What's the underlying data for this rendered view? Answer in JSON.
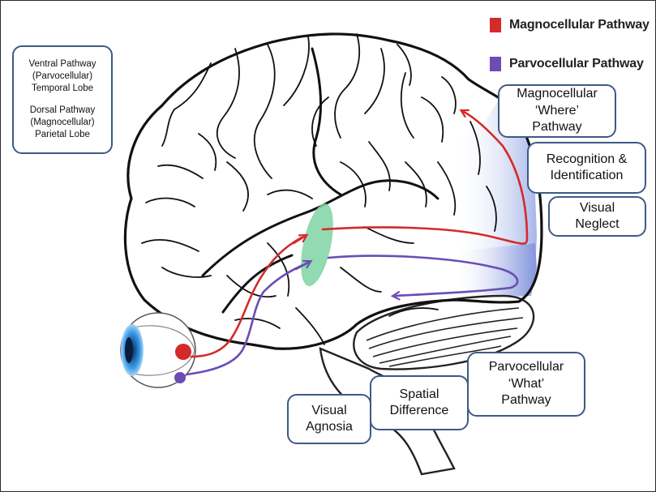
{
  "legend": {
    "items": [
      {
        "label": "Magnocellular Pathway",
        "color": "#d42a2a"
      },
      {
        "label": "Parvocellular Pathway",
        "color": "#6a4db5"
      }
    ]
  },
  "info_box": {
    "ventral": "Ventral Pathway\n(Parvocellular)\nTemporal Lobe",
    "dorsal": "Dorsal Pathway\n(Magnocellular)\nParietal Lobe"
  },
  "callouts": {
    "magno_where": "Magnocellular\n‘Where’\nPathway",
    "recognition": "Recognition &\nIdentification",
    "visual_neglect": "Visual\nNeglect",
    "parvo_what": "Parvocellular\n‘What’\nPathway",
    "spatial_difference": "Spatial\nDifference",
    "visual_agnosia": "Visual\nAgnosia"
  },
  "colors": {
    "magno_arrow": "#d42a2a",
    "parvo_arrow": "#6a4db5",
    "lgn_region": "#7fd4a3",
    "visual_cortex": "#8da2e0",
    "box_border": "#3d5a86",
    "eye_iris": "#2f86d6"
  }
}
